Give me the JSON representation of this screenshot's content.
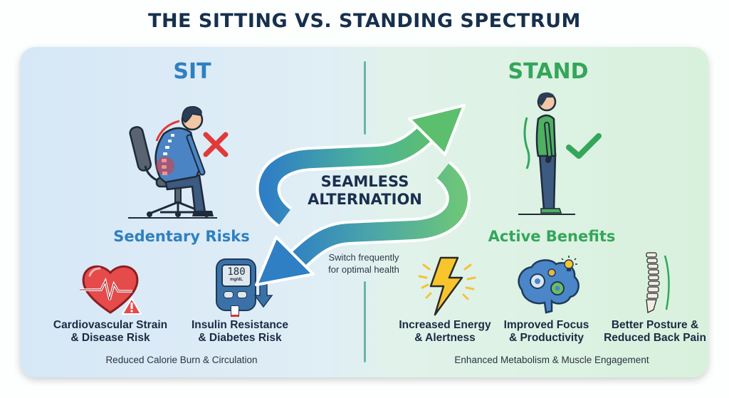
{
  "title": "THE SITTING VS. STANDING SPECTRUM",
  "colors": {
    "title": "#16304d",
    "sit_accent": "#2f80bf",
    "stand_accent": "#34a65a",
    "risk_red": "#e03a3a",
    "divider": "#6bb3a9"
  },
  "sit": {
    "heading": "SIT",
    "figure_icon": "slouched-sitting-person-icon",
    "status_icon": "red-x-icon",
    "section_title": "Sedentary Risks",
    "items": [
      {
        "icon": "heart-warning-icon",
        "label_line1": "Cardiovascular Strain",
        "label_line2": "& Disease Risk"
      },
      {
        "icon": "glucose-meter-icon",
        "meter_value": "180",
        "meter_unit": "mg/dL",
        "label_line1": "Insulin Resistance",
        "label_line2": "& Diabetes Risk"
      }
    ],
    "footer": "Reduced Calorie Burn & Circulation"
  },
  "center": {
    "line1": "SEAMLESS",
    "line2": "ALTERNATION",
    "note_line1": "Switch frequently",
    "note_line2": "for optimal health",
    "icon": "alternation-arrows-icon"
  },
  "stand": {
    "heading": "STAND",
    "figure_icon": "upright-standing-person-icon",
    "status_icon": "green-check-icon",
    "section_title": "Active Benefits",
    "items": [
      {
        "icon": "lightning-bolt-icon",
        "label_line1": "Increased Energy",
        "label_line2": "& Alertness"
      },
      {
        "icon": "brain-gears-icon",
        "label_line1": "Improved Focus",
        "label_line2": "& Productivity"
      },
      {
        "icon": "spine-icon",
        "label_line1": "Better Posture &",
        "label_line2": "Reduced Back Pain"
      }
    ],
    "footer": "Enhanced Metabolism & Muscle Engagement"
  }
}
